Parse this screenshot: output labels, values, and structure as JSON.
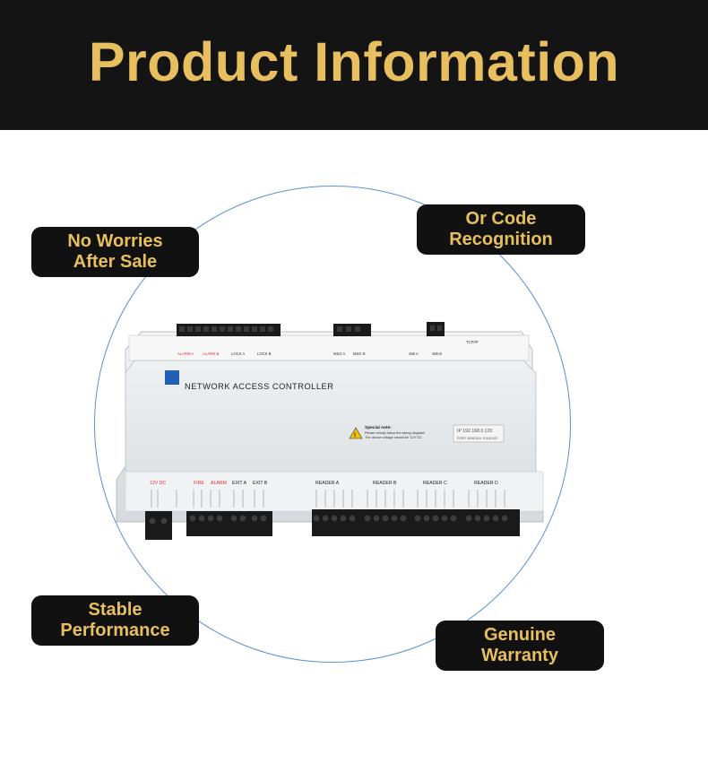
{
  "banner": {
    "title": "Product Information"
  },
  "features": [
    {
      "line1": "No Worries",
      "line2": "After Sale"
    },
    {
      "line1": "Or Code",
      "line2": "Recognition"
    },
    {
      "line1": "Stable",
      "line2": "Performance"
    },
    {
      "line1": "Genuine",
      "line2": "Warranty"
    }
  ],
  "device": {
    "name": "NETWORK ACCESS CONTROLLER",
    "top_labels": [
      "ALARM A",
      "ALARM B",
      "LOCK A",
      "LOCK B",
      "MSG A",
      "MSG B",
      "485 A",
      "485 B",
      "TCP/IP"
    ],
    "special_note_title": "Special note:",
    "special_note_line1": "Please strictly follow the wiring diagram!",
    "special_note_line2": "The device voltage should be 12V DC.",
    "ip_line": "IP 192.168.0.120",
    "port_line": "PORT 8000 B/U 2018/1/22",
    "power_label": "12V DC",
    "fire_label": "FIRE",
    "alarm_label": "ALARM",
    "exit_a_label": "EXIT A",
    "exit_b_label": "EXIT B",
    "reader_a_label": "READER A",
    "reader_b_label": "READER B",
    "reader_c_label": "READER C",
    "reader_d_label": "READER D"
  },
  "colors": {
    "banner_bg": "#141414",
    "gold": "#e7bf5e",
    "circle": "#5b8fd6",
    "pill_bg": "#111111"
  }
}
